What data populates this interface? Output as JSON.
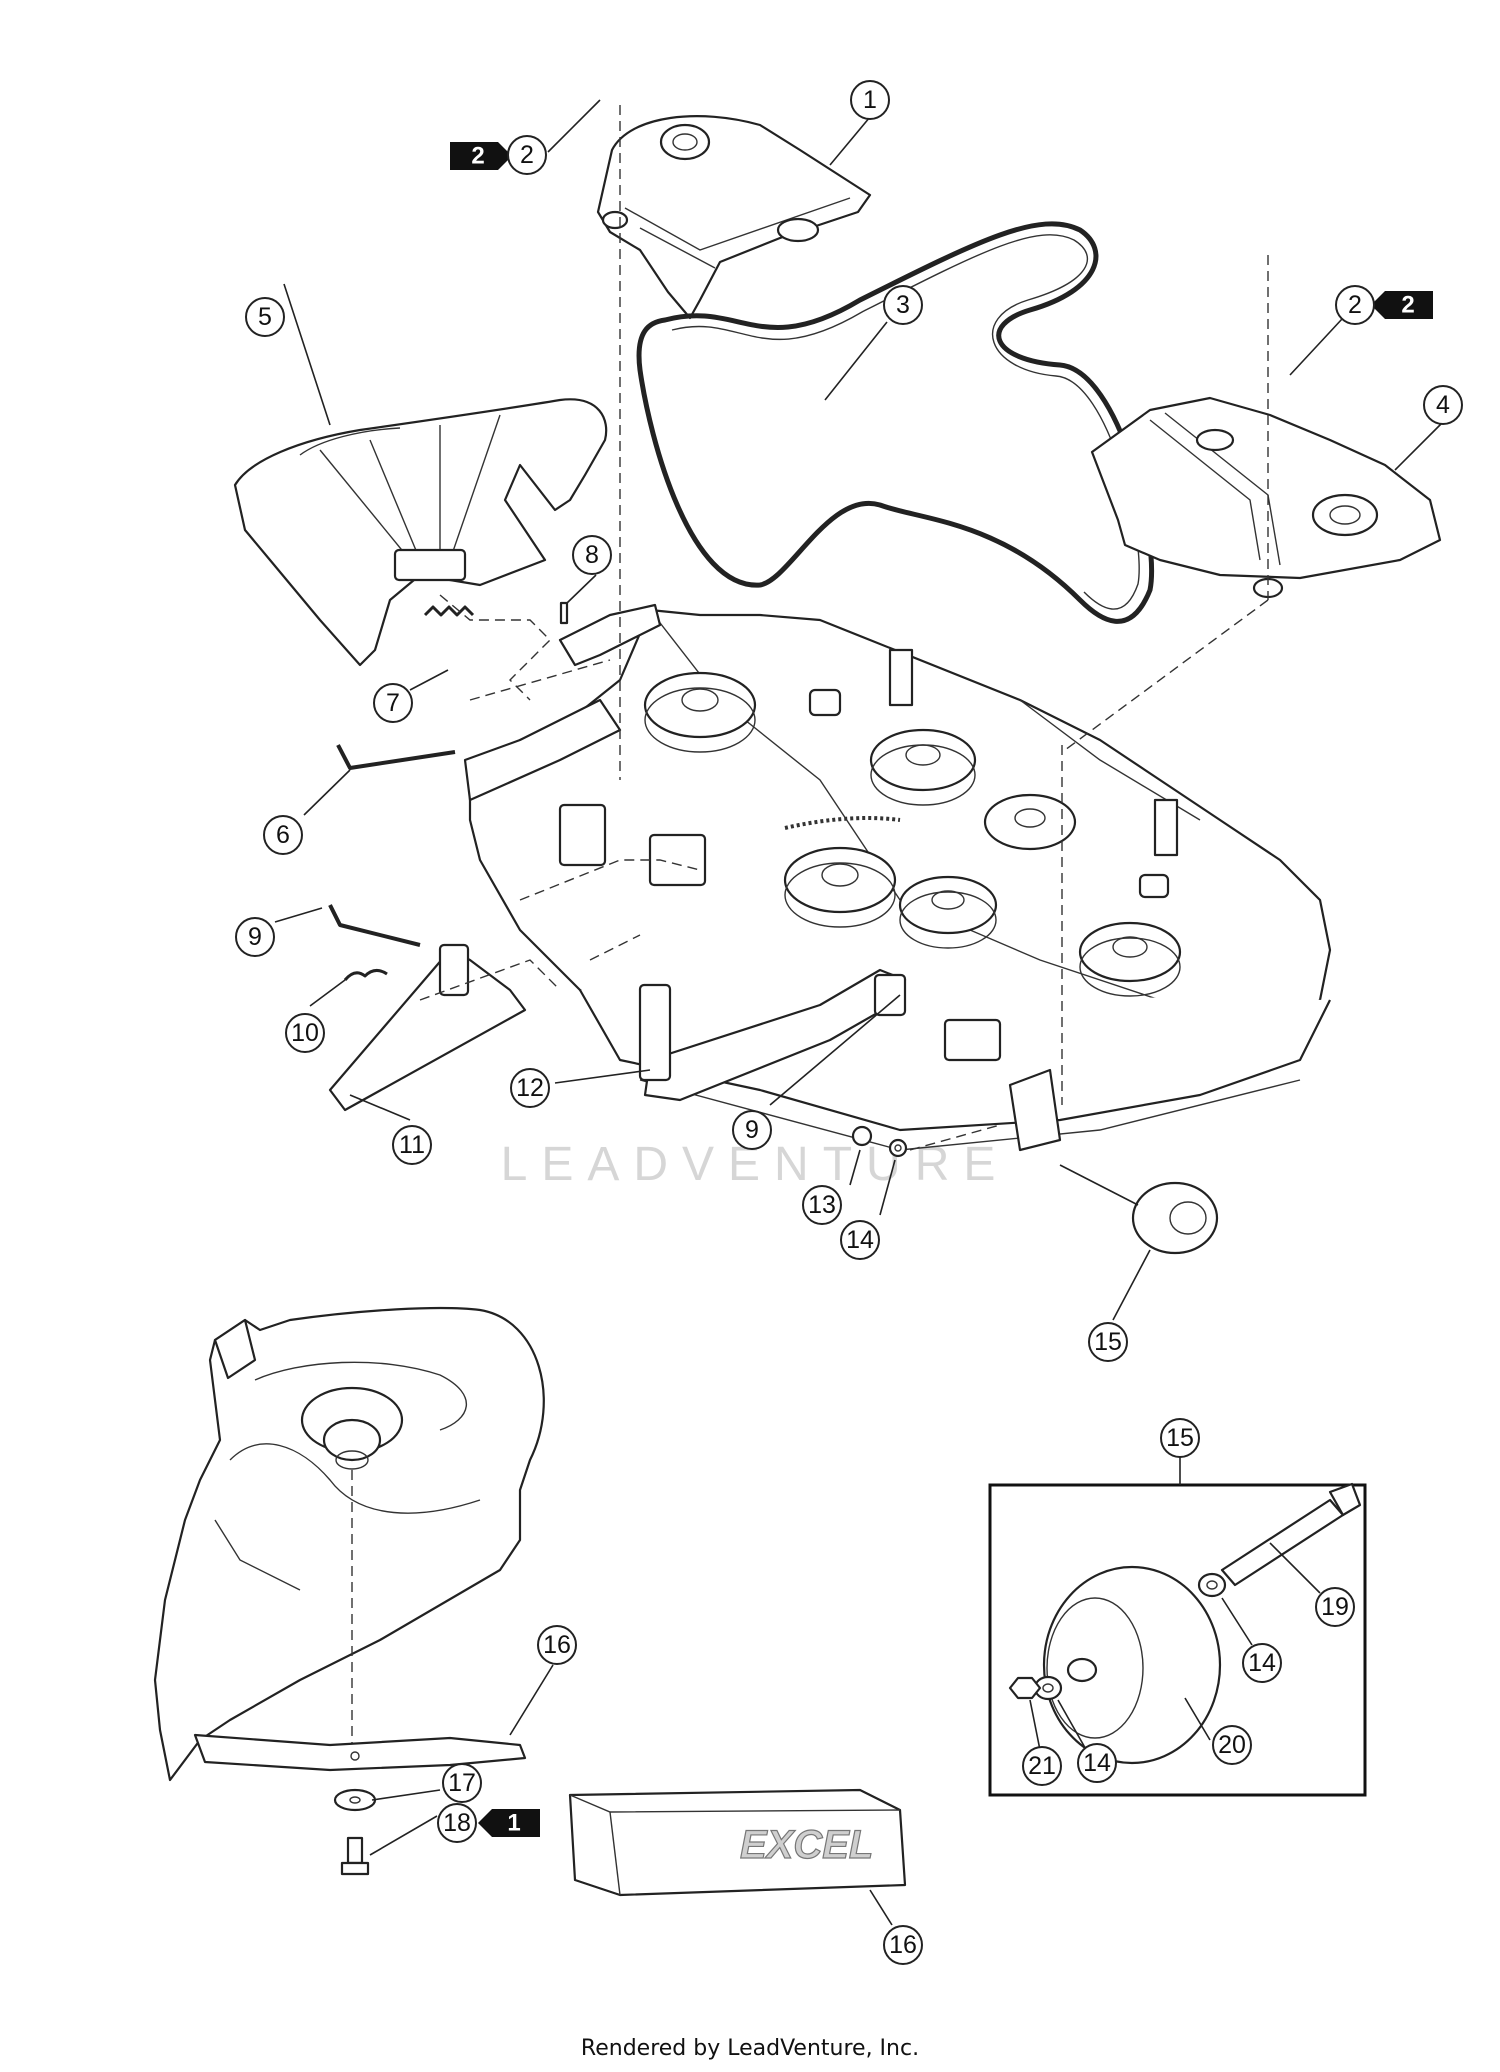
{
  "watermark": "LEADVENTURE",
  "blade_box_label": "EXCEL",
  "footer": "Rendered by LeadVenture, Inc.",
  "callouts": [
    {
      "id": "c1",
      "label": "1"
    },
    {
      "id": "c2a",
      "label": "2"
    },
    {
      "id": "c2b",
      "label": "2"
    },
    {
      "id": "c3",
      "label": "3"
    },
    {
      "id": "c4",
      "label": "4"
    },
    {
      "id": "c5",
      "label": "5"
    },
    {
      "id": "c6",
      "label": "6"
    },
    {
      "id": "c7",
      "label": "7"
    },
    {
      "id": "c8",
      "label": "8"
    },
    {
      "id": "c9a",
      "label": "9"
    },
    {
      "id": "c9b",
      "label": "9"
    },
    {
      "id": "c10",
      "label": "10"
    },
    {
      "id": "c11",
      "label": "11"
    },
    {
      "id": "c12",
      "label": "12"
    },
    {
      "id": "c13",
      "label": "13"
    },
    {
      "id": "c14a",
      "label": "14"
    },
    {
      "id": "c15a",
      "label": "15"
    },
    {
      "id": "c15b",
      "label": "15"
    },
    {
      "id": "c16a",
      "label": "16"
    },
    {
      "id": "c16b",
      "label": "16"
    },
    {
      "id": "c17",
      "label": "17"
    },
    {
      "id": "c18",
      "label": "18"
    },
    {
      "id": "c19",
      "label": "19"
    },
    {
      "id": "c14b",
      "label": "14"
    },
    {
      "id": "c14c",
      "label": "14"
    },
    {
      "id": "c20",
      "label": "20"
    },
    {
      "id": "c21",
      "label": "21"
    }
  ],
  "flags": [
    {
      "id": "f2a",
      "label": "2"
    },
    {
      "id": "f2b",
      "label": "2"
    },
    {
      "id": "f1",
      "label": "1"
    }
  ]
}
